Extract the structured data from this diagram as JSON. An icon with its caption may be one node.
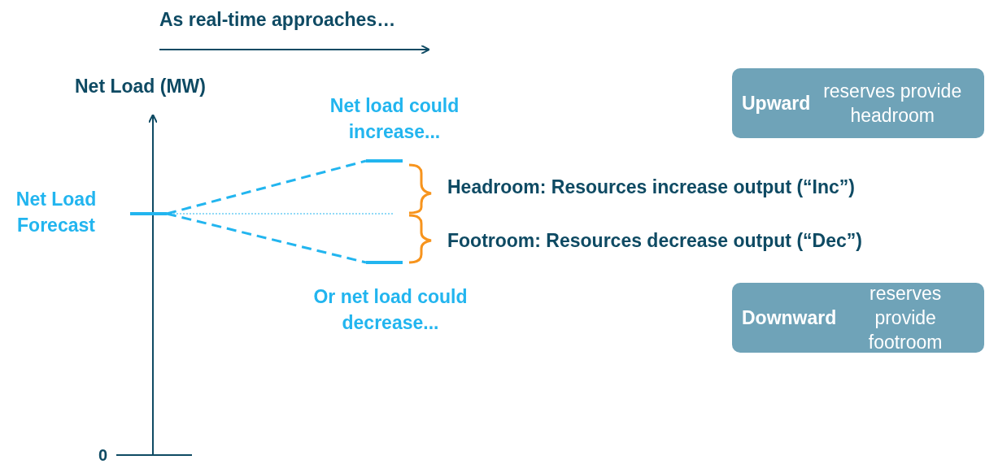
{
  "diagram": {
    "nodes": [
      {
        "text": [],
        "shape": "bar"
      },
      {
        "text": [],
        "shape": "bar"
      },
      {
        "text": [],
        "shape": "bar"
      },
      {
        "text": [
          "**Upward** reserves provide headroom"
        ]
      },
      {
        "text": [
          "**Downward** reserves provide footroom"
        ]
      }
    ],
    "edges": [
      {
        "from": 0,
        "to": 1,
        "arrow": "none",
        "style": "dashed"
      },
      {
        "from": 0,
        "to": 2,
        "arrow": "none",
        "style": "dashed"
      },
      {
        "from": 0,
        "to": null,
        "arrow": "none",
        "style": "dashed"
      }
    ],
    "labels": [
      "As real-time approaches…",
      "Net Load (MW)",
      "Net load could increase...",
      "Net Load Forecast",
      "Headroom: Resources increase output (“Inc”)",
      "Footroom: Resources decrease output (“Dec”)",
      "Or net load could decrease...",
      "0"
    ]
  }
}
